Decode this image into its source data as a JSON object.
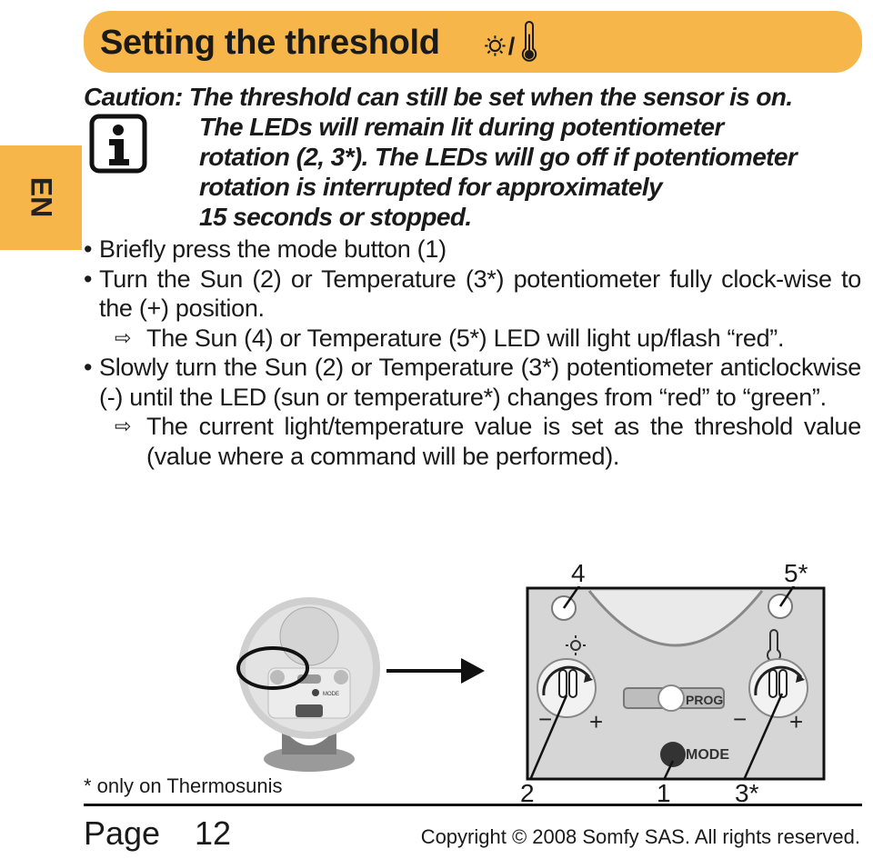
{
  "header": {
    "title": "Setting the threshold",
    "slash": "/",
    "icons": [
      "sun-icon",
      "thermometer-icon"
    ],
    "color": "#f6b64a"
  },
  "language_tab": "EN",
  "caution": {
    "lines": [
      "Caution: The threshold can still be set when the sensor is on.",
      "The LEDs will remain lit during potentiometer",
      "rotation (2, 3*). The LEDs will go off if potentiometer",
      "rotation is interrupted for approximately",
      "15 seconds or stopped."
    ],
    "icon": "info-icon"
  },
  "steps": [
    {
      "text": "Briefly press the mode button (1)"
    },
    {
      "text": "Turn the Sun (2) or Temperature (3*) potentiometer fully clock-wise to the (+) position.",
      "result": "The Sun (4) or Temperature (5*) LED will light up/flash “red”."
    },
    {
      "text": "Slowly turn the Sun (2) or Temperature (3*) potentiometer anticlockwise (-) until the LED (sun or temperature*) changes from “red” to “green”.",
      "result": "The current light/temperature value is set as the threshold value (value where a command will be performed)."
    }
  ],
  "figure": {
    "callouts": {
      "top_left": "4",
      "top_right": "5*",
      "bottom_left": "2",
      "bottom_mid": "1",
      "bottom_right": "3*"
    },
    "prog_label": "PROG",
    "mode_label": "MODE",
    "minus": "−",
    "plus": "+",
    "photo_mode_label": "MODE"
  },
  "footnote": "* only on Thermosunis",
  "footer": {
    "page_label": "Page",
    "page_number": "12",
    "copyright": "Copyright © 2008 Somfy SAS. All rights reserved."
  }
}
